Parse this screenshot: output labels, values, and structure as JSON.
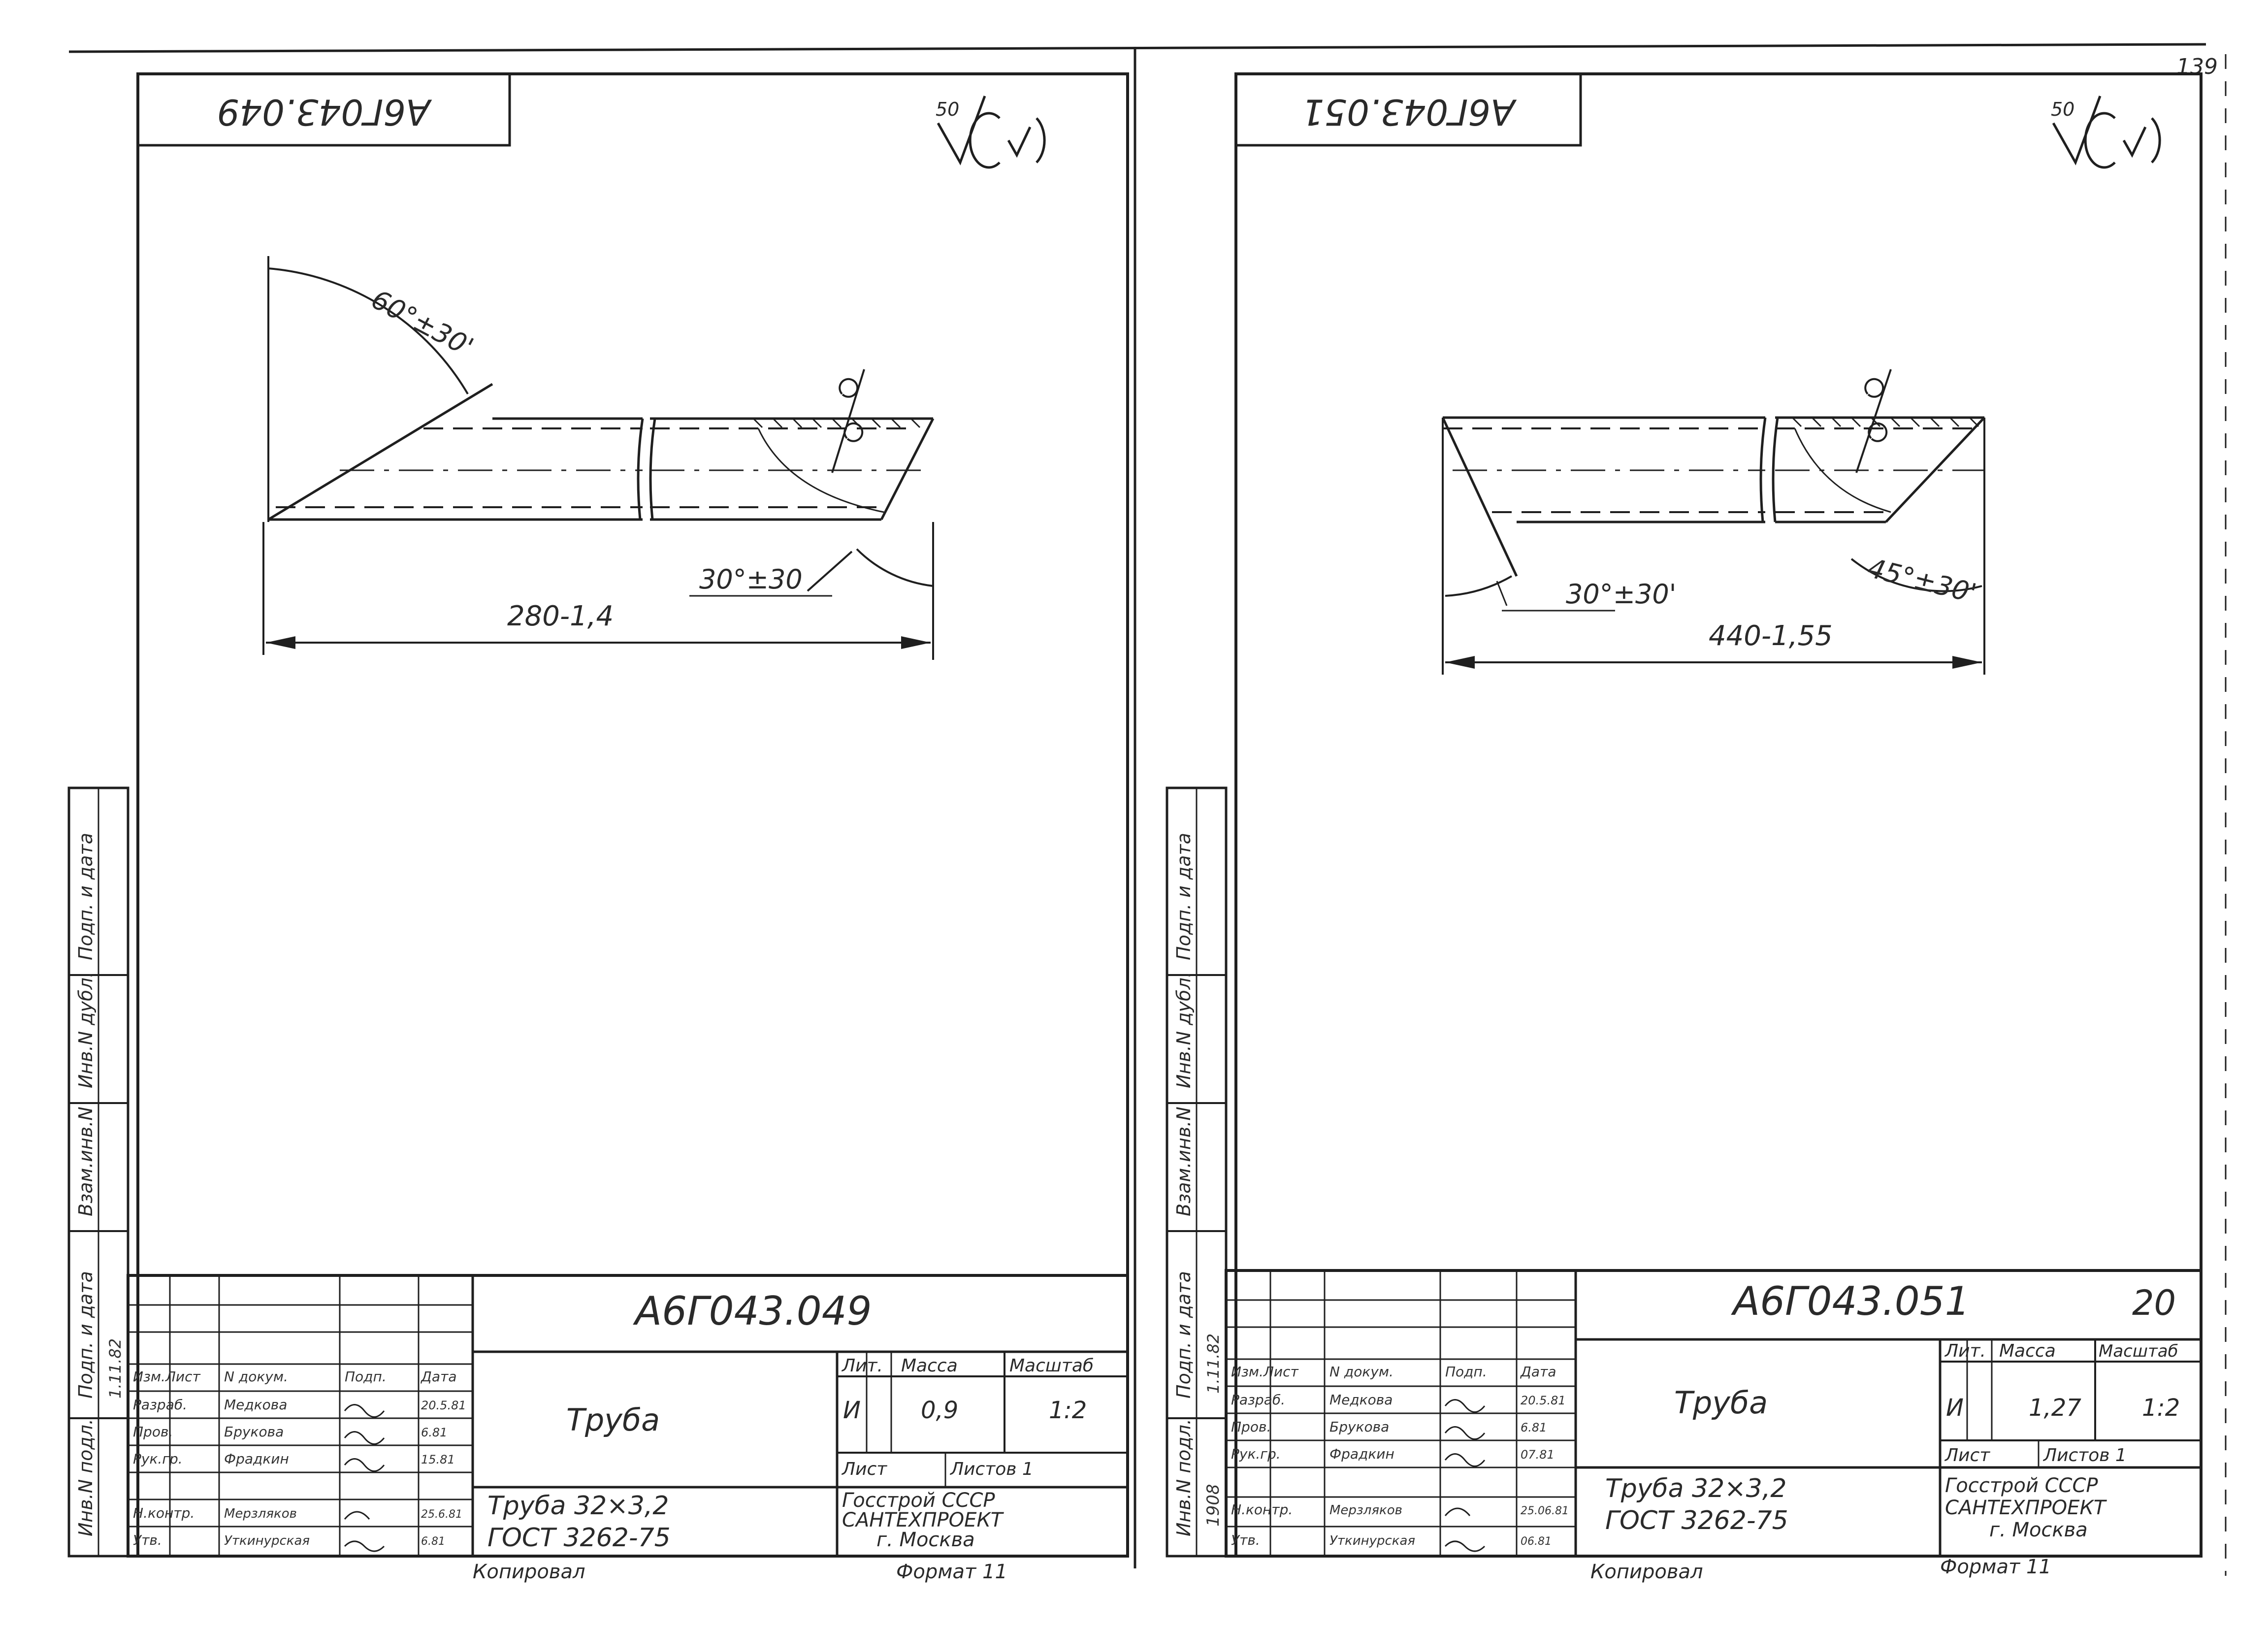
{
  "sheets": [
    {
      "code": "А6Г043.049",
      "code_mirrored": "А6Г043.049",
      "roughness": "50",
      "angle_top": "60°±30'",
      "angle_bottom": "30°±30",
      "length": "280-1,4",
      "stamp_number": "А6Г043.049",
      "title": "Труба",
      "material_line1": "Труба 32×3,2",
      "material_line2": "ГОСТ 3262-75",
      "lit_header": "Лит.",
      "mass_header": "Масса",
      "scale_header": "Масштаб",
      "lit_value": "И",
      "mass_value": "0,9",
      "scale_value": "1:2",
      "sheet_label": "Лист",
      "sheets_label": "Листов 1",
      "org_line1": "Госстрой СССР",
      "org_line2": "САНТЕХПРОЕКТ",
      "org_line3": "г. Москва",
      "copied_label": "Копировал",
      "format_label": "Формат 11",
      "signature_rows": [
        {
          "role": "Изм.Лист",
          "name": "N докум.",
          "sign": "Подп.",
          "date": "Дата"
        },
        {
          "role": "Разраб.",
          "name": "Медкова",
          "sign": "",
          "date": "20.5.81"
        },
        {
          "role": "Пров.",
          "name": "Брукова",
          "sign": "",
          "date": "6.81"
        },
        {
          "role": "Рук.гр.",
          "name": "Фрадкин",
          "sign": "",
          "date": "15.81"
        },
        {
          "role": "Н.контр.",
          "name": "Мерзляков",
          "sign": "",
          "date": "25.6.81"
        },
        {
          "role": "Утв.",
          "name": "Уткинурская",
          "sign": "",
          "date": "6.81"
        }
      ],
      "side_labels": [
        "Инв.N подл.",
        "Подп. и дата",
        "Взам.инв.N",
        "Инв.N дубл.",
        "Подп. и дата"
      ],
      "side_date": "1.11.82",
      "side_year": ""
    },
    {
      "code": "А6Г043.051",
      "code_mirrored": "А6Г043.051",
      "roughness": "50",
      "angle_left": "30°±30'",
      "angle_right": "45°±30'",
      "length": "440-1,55",
      "stamp_number": "А6Г043.051",
      "page_number": "20",
      "title": "Труба",
      "material_line1": "Труба 32×3,2",
      "material_line2": "ГОСТ 3262-75",
      "lit_header": "Лит.",
      "mass_header": "Масса",
      "scale_header": "Масштаб",
      "lit_value": "И",
      "mass_value": "1,27",
      "scale_value": "1:2",
      "sheet_label": "Лист",
      "sheets_label": "Листов 1",
      "org_line1": "Госстрой СССР",
      "org_line2": "САНТЕХПРОЕКТ",
      "org_line3": "г. Москва",
      "copied_label": "Копировал",
      "format_label": "Формат 11",
      "signature_rows": [
        {
          "role": "Изм.Лист",
          "name": "N докум.",
          "sign": "Подп.",
          "date": "Дата"
        },
        {
          "role": "Разраб.",
          "name": "Медкова",
          "sign": "",
          "date": "20.5.81"
        },
        {
          "role": "Пров.",
          "name": "Брукова",
          "sign": "",
          "date": "6.81"
        },
        {
          "role": "Рук.гр.",
          "name": "Фрадкин",
          "sign": "",
          "date": "07.81"
        },
        {
          "role": "Н.контр.",
          "name": "Мерзляков",
          "sign": "",
          "date": "25.06.81"
        },
        {
          "role": "Утв.",
          "name": "Уткинурская",
          "sign": "",
          "date": "06.81"
        }
      ],
      "side_labels": [
        "Инв.N подл.",
        "Подп. и дата",
        "Взам.инв.N",
        "Инв.N дубл.",
        "Подп. и дата"
      ],
      "side_date": "1.11.82",
      "side_year": "1908"
    }
  ],
  "corner_mark": "139"
}
